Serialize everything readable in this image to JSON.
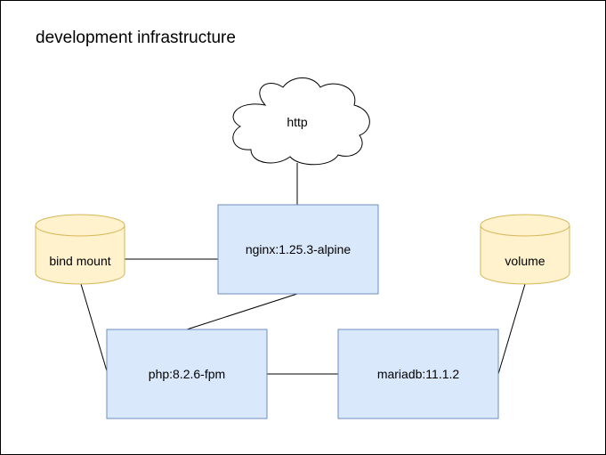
{
  "diagram": {
    "title": "development infrastructure",
    "colors": {
      "frame_border": "#000000",
      "box_fill": "#dae8fc",
      "box_stroke": "#6c8ebf",
      "cylinder_fill": "#fff2cc",
      "cylinder_stroke": "#d6b656",
      "cloud_fill": "#ffffff",
      "cloud_stroke": "#000000",
      "edge_color": "#000000"
    },
    "nodes": {
      "internet": {
        "label": "http",
        "shape": "cloud"
      },
      "nginx": {
        "label": "nginx:1.25.3-alpine",
        "shape": "rectangle"
      },
      "php": {
        "label": "php:8.2.6-fpm",
        "shape": "rectangle"
      },
      "mariadb": {
        "label": "mariadb:11.1.2",
        "shape": "rectangle"
      },
      "bind_mount": {
        "label": "bind mount",
        "shape": "cylinder"
      },
      "volume": {
        "label": "volume",
        "shape": "cylinder"
      }
    },
    "edges": [
      {
        "from": "internet",
        "to": "nginx"
      },
      {
        "from": "bind_mount",
        "to": "nginx"
      },
      {
        "from": "nginx",
        "to": "php"
      },
      {
        "from": "bind_mount",
        "to": "php"
      },
      {
        "from": "php",
        "to": "mariadb"
      },
      {
        "from": "volume",
        "to": "mariadb"
      }
    ]
  }
}
